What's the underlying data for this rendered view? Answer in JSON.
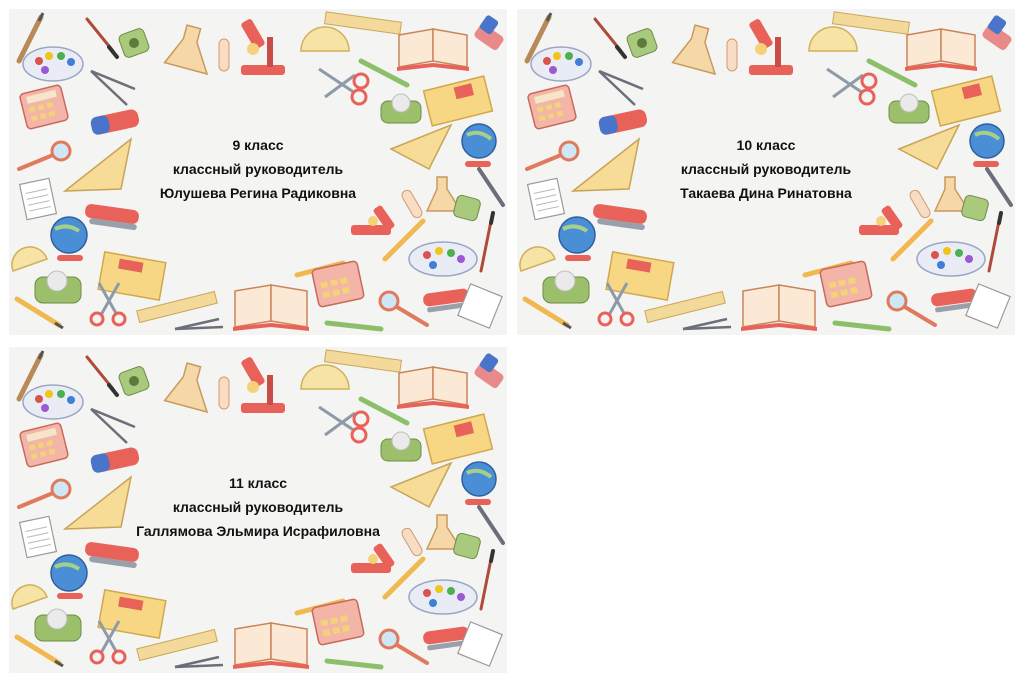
{
  "cards": [
    {
      "grade": "9 класс",
      "role": "классный руководитель",
      "teacher": "Юлушева Регина Радиковна"
    },
    {
      "grade": "10 класс",
      "role": "классный руководитель",
      "teacher": "Такаева Дина Ринатовна"
    },
    {
      "grade": "11 класс",
      "role": "классный руководитель",
      "teacher": "Галлямова Эльмира Исрафиловна"
    }
  ],
  "decoration_icons": [
    "brush-icon",
    "palette-icon",
    "pencil-sharpener-icon",
    "flask-icon",
    "test-tube-icon",
    "microscope-icon",
    "protractor-icon",
    "ruler-icon",
    "open-book-icon",
    "eraser-icon",
    "calculator-icon",
    "compass-icon",
    "scissors-icon",
    "tape-dispenser-icon",
    "notebook-icon",
    "magnifier-icon",
    "set-square-icon",
    "globe-icon",
    "notepad-icon",
    "stapler-icon",
    "pencil-icon"
  ],
  "colors": {
    "card_background": "#f4f4f3",
    "text": "#111111",
    "accent_red": "#e8625a",
    "accent_yellow": "#f3d27a",
    "accent_green": "#a7c77a",
    "accent_blue": "#4a8fd6"
  }
}
